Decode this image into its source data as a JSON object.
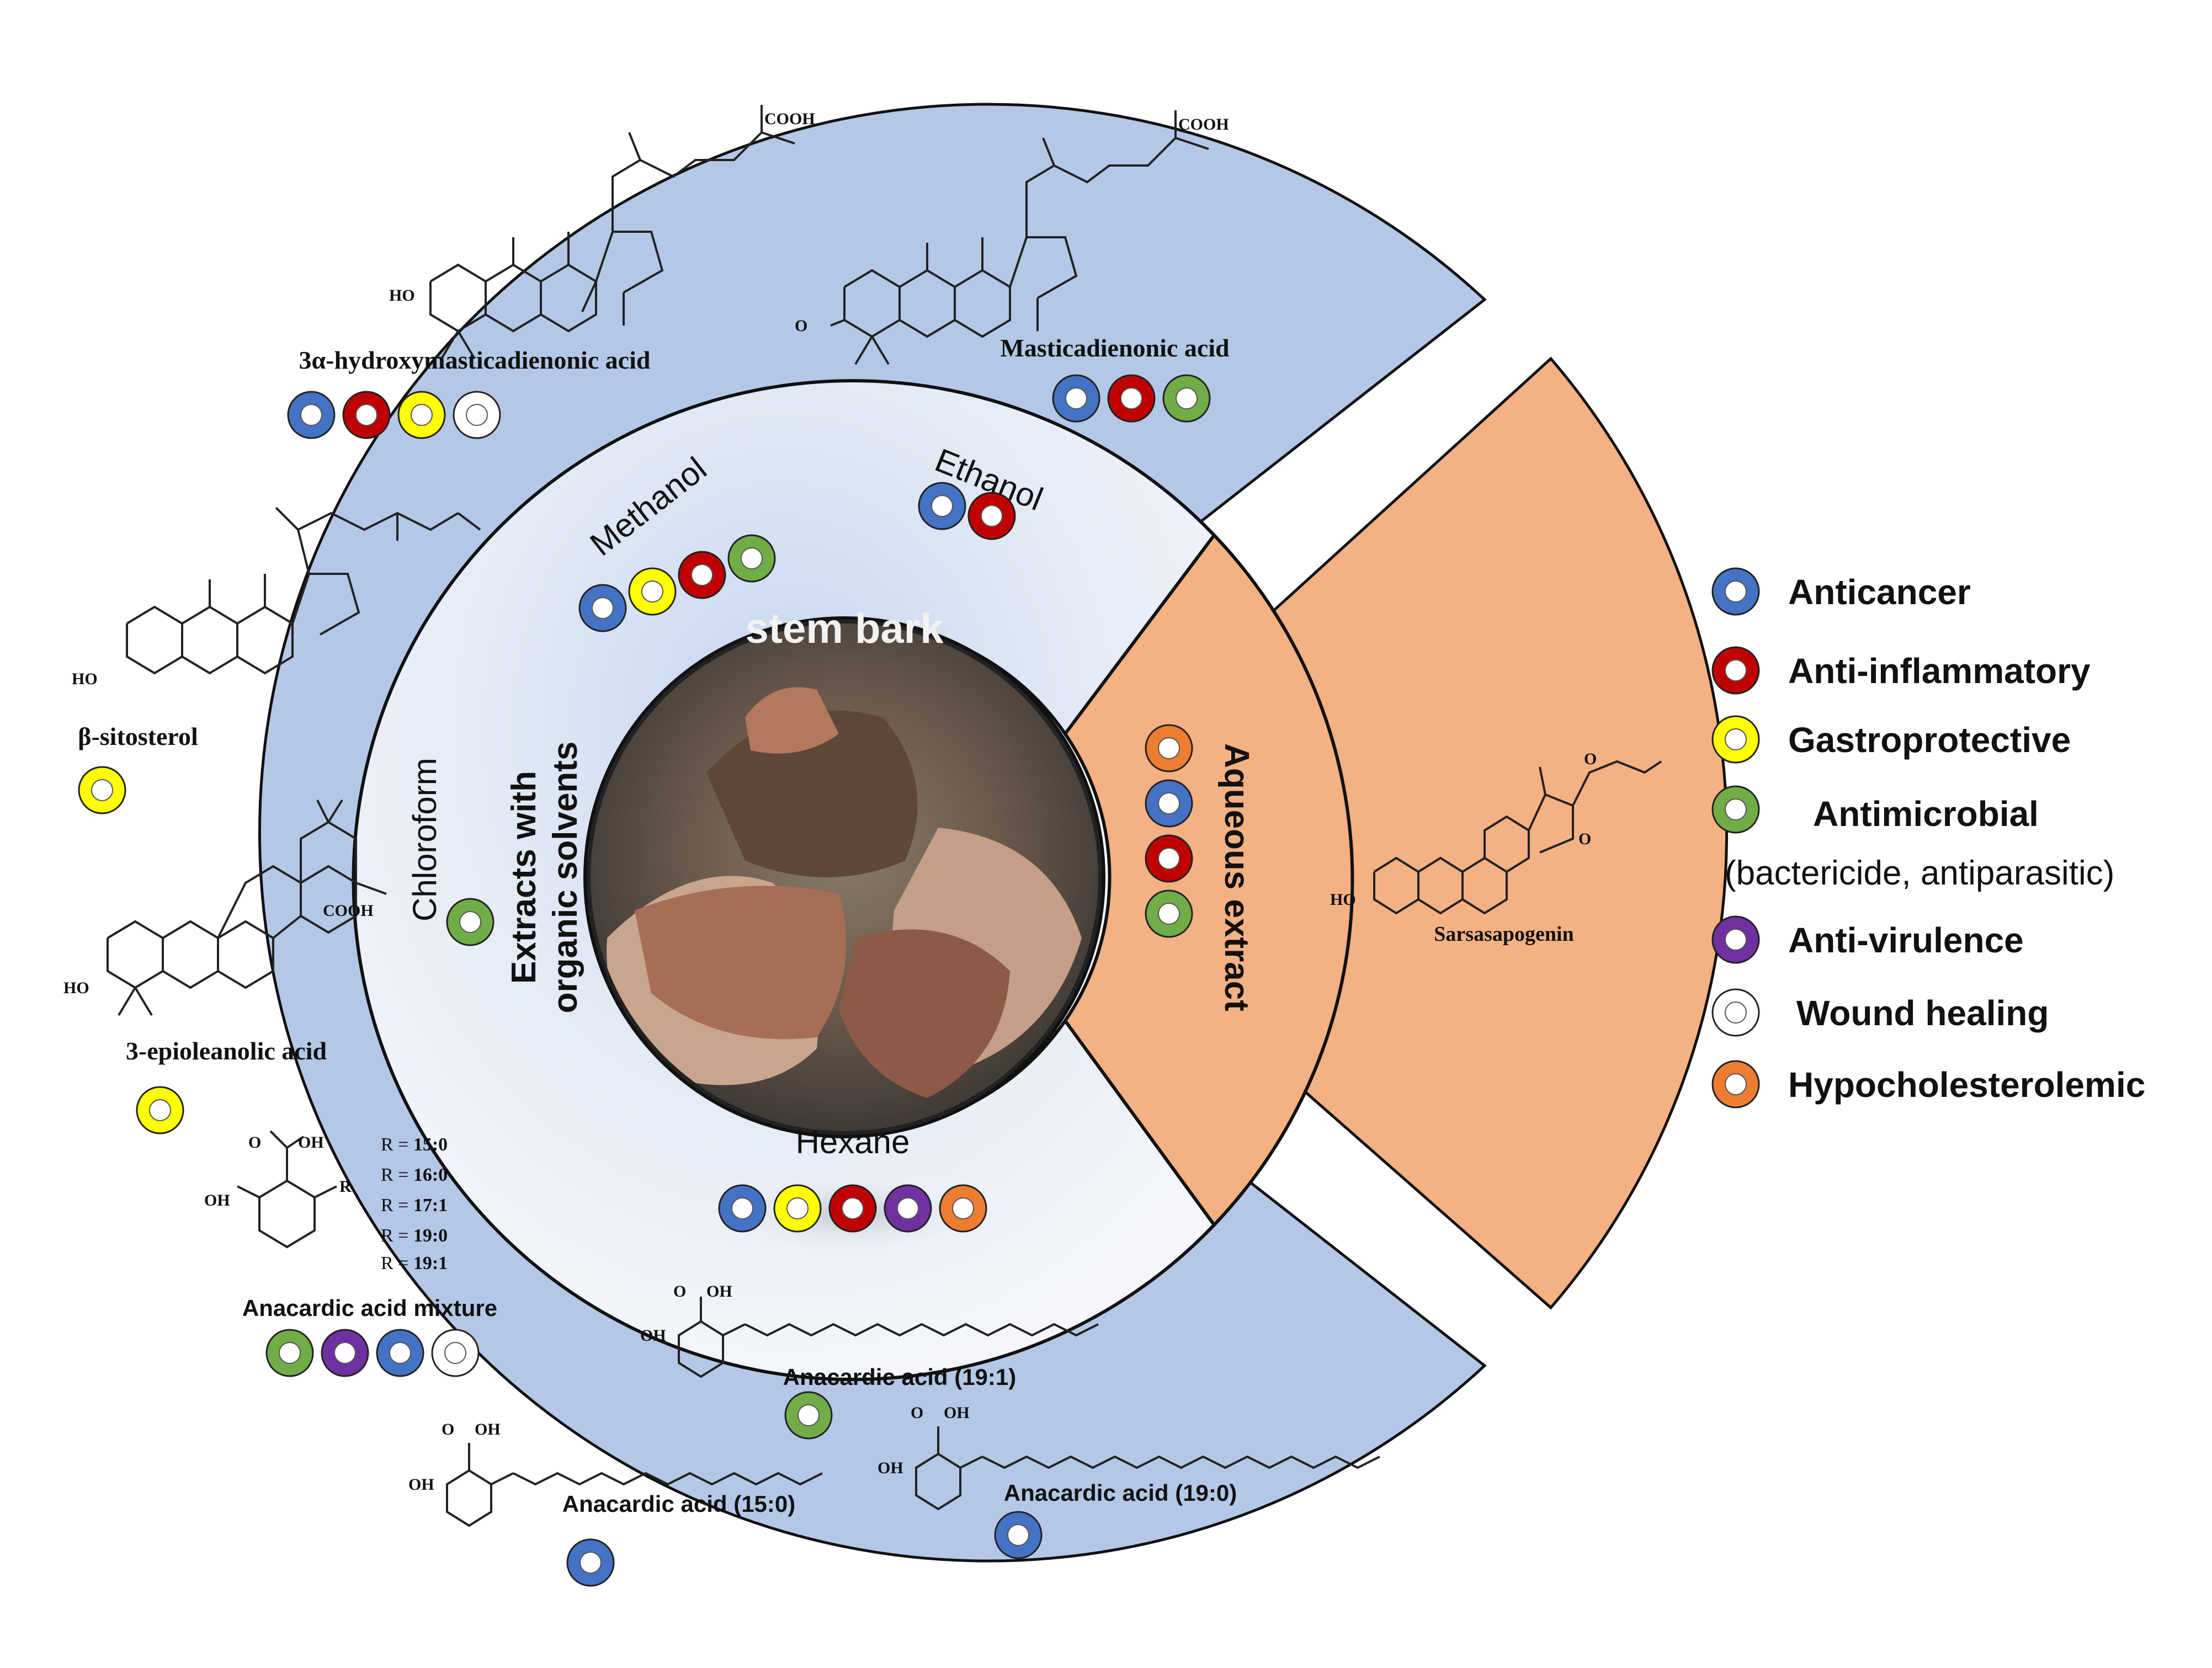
{
  "colors": {
    "outer_ring": "#b4c7e7",
    "aqueous_wedge": "#f4b183",
    "inner_ring": "#e8edf7",
    "anticancer": "#4472c4",
    "anti_inflammatory": "#c00000",
    "gastroprotective": "#ffff00",
    "antimicrobial": "#70ad47",
    "anti_virulence": "#7030a0",
    "wound_healing": "#ffffff",
    "hypocholesterolemic": "#ed7d31"
  },
  "center": {
    "label": "stem bark"
  },
  "extracts": {
    "organic_label_line1": "Extracts with",
    "organic_label_line2": "organic solvents",
    "aqueous_label": "Aqueous extract"
  },
  "solvents": {
    "methanol": "Methanol",
    "ethanol": "Ethanol",
    "chloroform": "Chloroform",
    "hexane": "Hexane"
  },
  "compounds": {
    "hydroxymasticadienonic": "3α-hydroxymasticadienonic acid",
    "masticadienonic": "Masticadienonic acid",
    "sitosterol": "β-sitosterol",
    "epioleanolic": "3-epioleanolic acid",
    "anacardic_mixture": "Anacardic acid mixture",
    "anacardic_19_1": "Anacardic acid (19:1)",
    "anacardic_15_0": "Anacardic acid (15:0)",
    "anacardic_19_0": "Anacardic acid (19:0)",
    "sarsasapogenin": "Sarsasapogenin"
  },
  "r_groups": {
    "prefix": "R = ",
    "values": [
      "15:0",
      "16:0",
      "17:1",
      "19:0",
      "19:1"
    ]
  },
  "atoms": {
    "cooh": "COOH",
    "ho": "HO",
    "oh": "OH",
    "o": "O",
    "r": "R"
  },
  "legend": [
    {
      "label": "Anticancer",
      "color": "#4472c4"
    },
    {
      "label": "Anti-inflammatory",
      "color": "#c00000"
    },
    {
      "label": "Gastroprotective",
      "color": "#ffff00"
    },
    {
      "label": "Antimicrobial",
      "sub": "(bactericide, antiparasitic)",
      "color": "#70ad47"
    },
    {
      "label": "Anti-virulence",
      "color": "#7030a0"
    },
    {
      "label": "Wound healing",
      "color": "#ffffff"
    },
    {
      "label": "Hypocholesterolemic",
      "color": "#ed7d31"
    }
  ],
  "activity_groups": {
    "hydroxymasticadienonic": [
      "anticancer",
      "anti_inflammatory",
      "gastroprotective",
      "wound_healing"
    ],
    "masticadienonic": [
      "anticancer",
      "anti_inflammatory",
      "antimicrobial"
    ],
    "sitosterol": [
      "gastroprotective"
    ],
    "epioleanolic": [
      "gastroprotective"
    ],
    "anacardic_mixture": [
      "antimicrobial",
      "anti_virulence",
      "anticancer",
      "wound_healing"
    ],
    "anacardic_19_1": [
      "antimicrobial"
    ],
    "anacardic_15_0": [
      "anticancer"
    ],
    "anacardic_19_0": [
      "anticancer"
    ],
    "methanol": [
      "anticancer",
      "gastroprotective",
      "anti_inflammatory",
      "antimicrobial"
    ],
    "ethanol": [
      "anticancer",
      "anti_inflammatory"
    ],
    "chloroform": [
      "antimicrobial"
    ],
    "hexane": [
      "anticancer",
      "gastroprotective",
      "anti_inflammatory",
      "anti_virulence",
      "hypocholesterolemic"
    ],
    "aqueous": [
      "hypocholesterolemic",
      "anticancer",
      "anti_inflammatory",
      "antimicrobial"
    ]
  }
}
